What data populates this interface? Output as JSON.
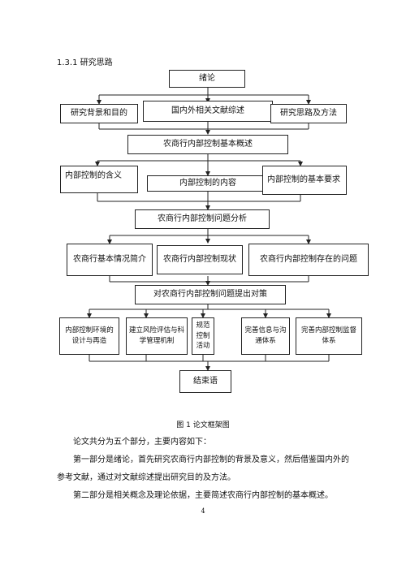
{
  "heading": "1.3.1 研究思路",
  "flowchart": {
    "intro": "绪论",
    "row1": [
      "研究背景和目的",
      "国内外相关文献综述",
      "研究思路及方法"
    ],
    "stage2": "农商行内部控制基本概述",
    "row2": [
      "内部控制的含义",
      "内部控制的内容",
      "内部控制的基本要求"
    ],
    "stage3": "农商行内部控制问题分析",
    "row3": [
      "农商行基本情况简介",
      "农商行内部控制现状",
      "农商行内部控制存在的问题"
    ],
    "stage4": "对农商行内部控制问题提出对策",
    "row4": [
      "内部控制环境的设计与再造",
      "建立风险评估与科学管理机制",
      "规范控制活动",
      "完善信息与沟通体系",
      "完善内部控制监督体系"
    ],
    "conclusion": "结束语"
  },
  "caption": "图 1 论文框架图",
  "paragraphs": [
    "论文共分为五个部分，主要内容如下：",
    "第一部分是绪论，首先研究农商行内部控制的背景及意义，然后借鉴国内外的参考文献，通过对文献综述提出研究目的及方法。",
    "第二部分是相关概念及理论依据，主要简述农商行内部控制的基本概述。"
  ],
  "page_number": "4"
}
